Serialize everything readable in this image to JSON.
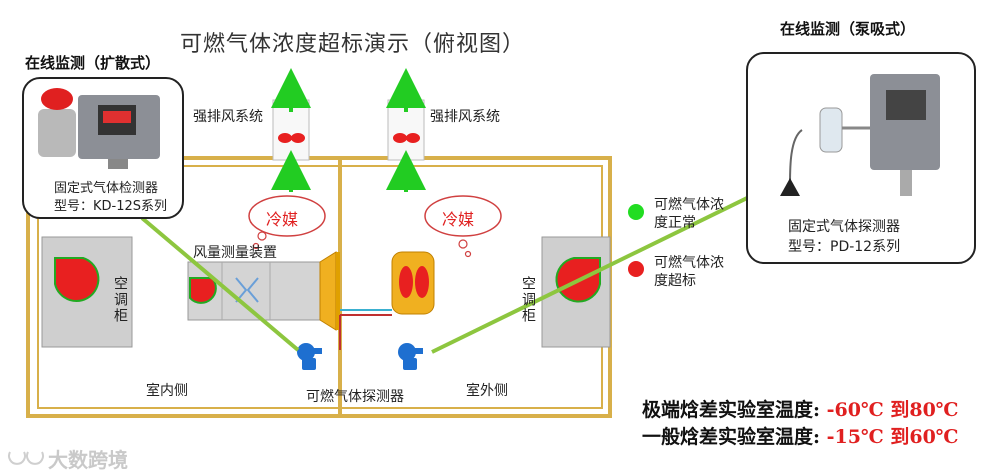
{
  "title": "可燃气体浓度超标演示（俯视图）",
  "left_device": {
    "header": "在线监测（扩散式）",
    "name": "固定式气体检测器",
    "model": "型号：KD-12S系列"
  },
  "right_device": {
    "header": "在线监测（泵吸式）",
    "name": "固定式气体探测器",
    "model": "型号：PD-12系列"
  },
  "exhaust_label": "强排风系统",
  "refrigerant_label": "冷媒",
  "airflow_label": "风量测量装置",
  "ac_cabinet_label": "空调柜",
  "indoor_label": "室内侧",
  "outdoor_label": "室外侧",
  "detector_label": "可燃气体探测器",
  "legend": {
    "normal": "可燃气体浓度正常",
    "exceeded": "可燃气体浓度超标"
  },
  "temps": {
    "extreme_label": "极端焓差实验室温度:",
    "extreme_range": "-60℃ 到80℃",
    "general_label": "一般焓差实验室温度:",
    "general_range": "-15℃ 到60℃"
  },
  "watermark": "大数跨境",
  "colors": {
    "normal": "#22dd22",
    "exceeded": "#e82020",
    "wall": "#d8b04a",
    "line": "#8dc63f",
    "detector": "#1e6fd0"
  }
}
